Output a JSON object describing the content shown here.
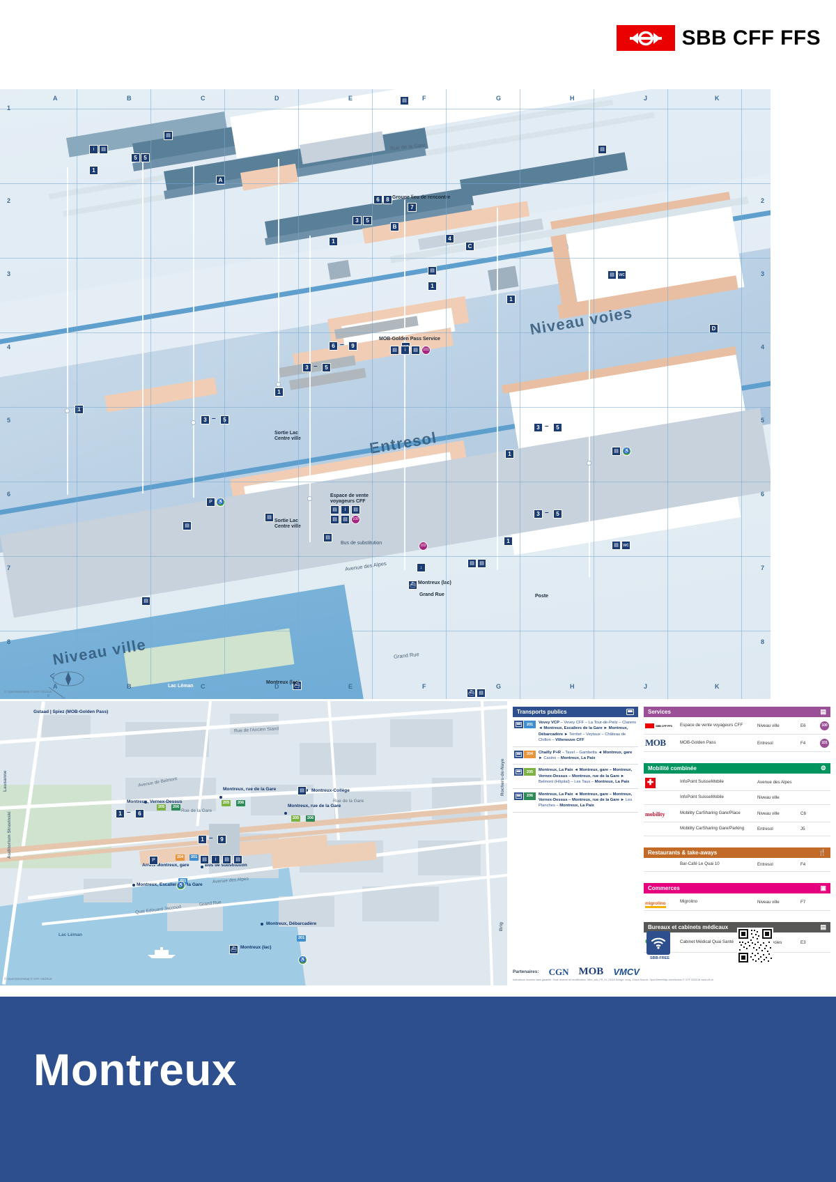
{
  "header": {
    "brand": "SBB CFF FFS"
  },
  "footer": {
    "station_name": "Montreux"
  },
  "main_map": {
    "levels": [
      {
        "id": "voies",
        "label": "Niveau voies"
      },
      {
        "id": "entresol",
        "label": "Entresol"
      },
      {
        "id": "ville",
        "label": "Niveau ville"
      }
    ],
    "grid_columns": [
      "A",
      "B",
      "C",
      "D",
      "E",
      "F",
      "G",
      "H",
      "J",
      "K"
    ],
    "grid_rows": [
      "1",
      "2",
      "3",
      "4",
      "5",
      "6",
      "7",
      "8"
    ],
    "labels": [
      {
        "text": "MOB-Golden Pass Service"
      },
      {
        "text": "Espace de vente"
      },
      {
        "text": "voyageurs CFF"
      },
      {
        "text": "Groupe lieu de rencontre"
      },
      {
        "text": "Sortie Lac"
      },
      {
        "text": "Centre ville"
      },
      {
        "text": "Bus de substitution"
      },
      {
        "text": "Montreux (lac)"
      },
      {
        "text": "Grand Rue"
      },
      {
        "text": "Poste"
      },
      {
        "text": "Lac Léman"
      },
      {
        "text": "Rue de la Gare"
      },
      {
        "text": "Avenue des Alpes"
      }
    ],
    "platform_ranges": [
      "1",
      "3 – 5",
      "6 – 9",
      "1 – 6"
    ],
    "copyright": "© OpenStreetMap  © CFF 03/2018"
  },
  "city_map": {
    "top_label": "Gstaad | Spiez (MOB-Golden Pass)",
    "edge_labels": [
      "Lausanne",
      "Auditorium Stravinski",
      "Rochers-de-Naye",
      "Brig"
    ],
    "streets": [
      "Rue de l'Ancien Stand",
      "Avenue de Belmont",
      "Rue de la Gare",
      "Rue de la Gare",
      "Avenue des Alpes",
      "Grand Rue",
      "Quai Edouard Jaccoud",
      "Lac Léman"
    ],
    "stops": [
      "Montreux, Vernex-Dessus",
      "Montreux, rue de la Gare",
      "Montreux, rue de la Gare",
      "Montreux-Collège",
      "Arrêts Montreux, gare",
      "Bus de substitution",
      "Montreux, Escaliers de la Gare",
      "Montreux, Débarcadère",
      "Montreux (lac)"
    ],
    "platform_range": "1 – 6",
    "platform_range_2": "1 – 9",
    "copyright": "© OpenStreetMap  © CFF 03/2018"
  },
  "legend": {
    "transports_publics": {
      "title": "Transports publics",
      "lines": [
        {
          "number": "201",
          "color": "#3f8ed0",
          "html": "<b>Vevey VCP</b> – Vevey CFF – La Tour-de-Peilz – Clarens <b>◄ Montreux, Escaliers de la Gare ►</b> <b>Montreux, Débarcadère ►</b> Territet – Veytaux – Château de Chillon – <b>Villeneuve CFF</b>"
        },
        {
          "number": "204",
          "color": "#e8943a",
          "html": "<b>Chailly P+R</b> – Tavel – Gambetta <b>◄ Montreux, gare ►</b> Casino – <b>Montreux, La Paix</b>"
        },
        {
          "number": "205",
          "color": "#7cb342",
          "html": "<b>Montreux, La Paix ◄ Montreux, gare – Montreux, Vernex-Dessus – Montreux, rue de la Gare ►</b> Belmont (Hôpital) – Les Taux – <b>Montreux, La Paix</b>"
        },
        {
          "number": "206",
          "color": "#2e8b57",
          "html": "<b>Montreux, La Paix ◄ Montreux, gare – Montreux, Vernex-Dessus – Montreux, rue de la Gare ►</b> Les Planches – <b>Montreux, La Paix</b>"
        }
      ]
    },
    "sections": [
      {
        "title": "Services",
        "color": "#9b4f96",
        "badge_class": "b-purple",
        "icon": "ticket-icon",
        "rows": [
          {
            "logo": "CFF",
            "logo_type": "sbb",
            "name": "Espace de vente voyageurs CFF",
            "level": "Niveau ville",
            "ref": "E6",
            "badge": "100"
          },
          {
            "logo": "MOB",
            "logo_type": "mob",
            "name": "MOB-Golden Pass",
            "level": "Entresol",
            "ref": "F4",
            "badge": "101"
          }
        ]
      },
      {
        "title": "Mobilité combinée",
        "color": "#00955e",
        "badge_class": "b-green",
        "icon": "bike-icon",
        "rows": [
          {
            "logo": "+",
            "logo_type": "swiss",
            "name": "InfoPoint SuisseMobile",
            "level": "Avenue des Alpes",
            "ref": "",
            "badge": ""
          },
          {
            "logo": "",
            "logo_type": "none",
            "name": "InfoPoint SuisseMobile",
            "level": "Niveau ville",
            "ref": "",
            "badge": ""
          },
          {
            "logo": "mobility",
            "logo_type": "mobility",
            "name": "Mobility CarSharing Gare/Place",
            "level": "Niveau ville",
            "ref": "C6",
            "badge": ""
          },
          {
            "logo": "",
            "logo_type": "none",
            "name": "Mobility CarSharing Gare/Parking",
            "level": "Entresol",
            "ref": "J5",
            "badge": ""
          }
        ]
      },
      {
        "title": "Restaurants & take-aways",
        "color": "#c26a28",
        "badge_class": "b-orange",
        "icon": "cutlery-icon",
        "rows": [
          {
            "logo": "",
            "logo_type": "none",
            "name": "Bar-Café Le Quai 10",
            "level": "Entresol",
            "ref": "F4",
            "badge": ""
          }
        ]
      },
      {
        "title": "Commerces",
        "color": "#e5007d",
        "badge_class": "b-pink",
        "icon": "bag-icon",
        "rows": [
          {
            "logo": "migrolino",
            "logo_type": "migrolino",
            "name": "Migrolino",
            "level": "Niveau ville",
            "ref": "F7",
            "badge": ""
          }
        ]
      },
      {
        "title": "Bureaux et cabinets médicaux",
        "color": "#575756",
        "badge_class": "b-grey",
        "icon": "briefcase-icon",
        "rows": [
          {
            "logo": "Quai santé",
            "logo_type": "quai",
            "name": "Cabinet Médical Quai Santé",
            "level": "Niveau voies",
            "ref": "E3",
            "badge": ""
          }
        ]
      }
    ],
    "wifi": {
      "label": "SBB-FREE",
      "icon": "wifi-icon"
    },
    "partners": {
      "label": "Partenaires:",
      "logos": [
        "CGN",
        "MOB",
        "VMCV"
      ]
    },
    "disclaimer": "Indications fournies sans garantie. Sous réserve de modification.   Mtre_vdv_FR_01_03/18   Design: evoq, Zürich   Source: OpenStreetMap contributors   © CFF 03/2018   www.cff.ch"
  }
}
